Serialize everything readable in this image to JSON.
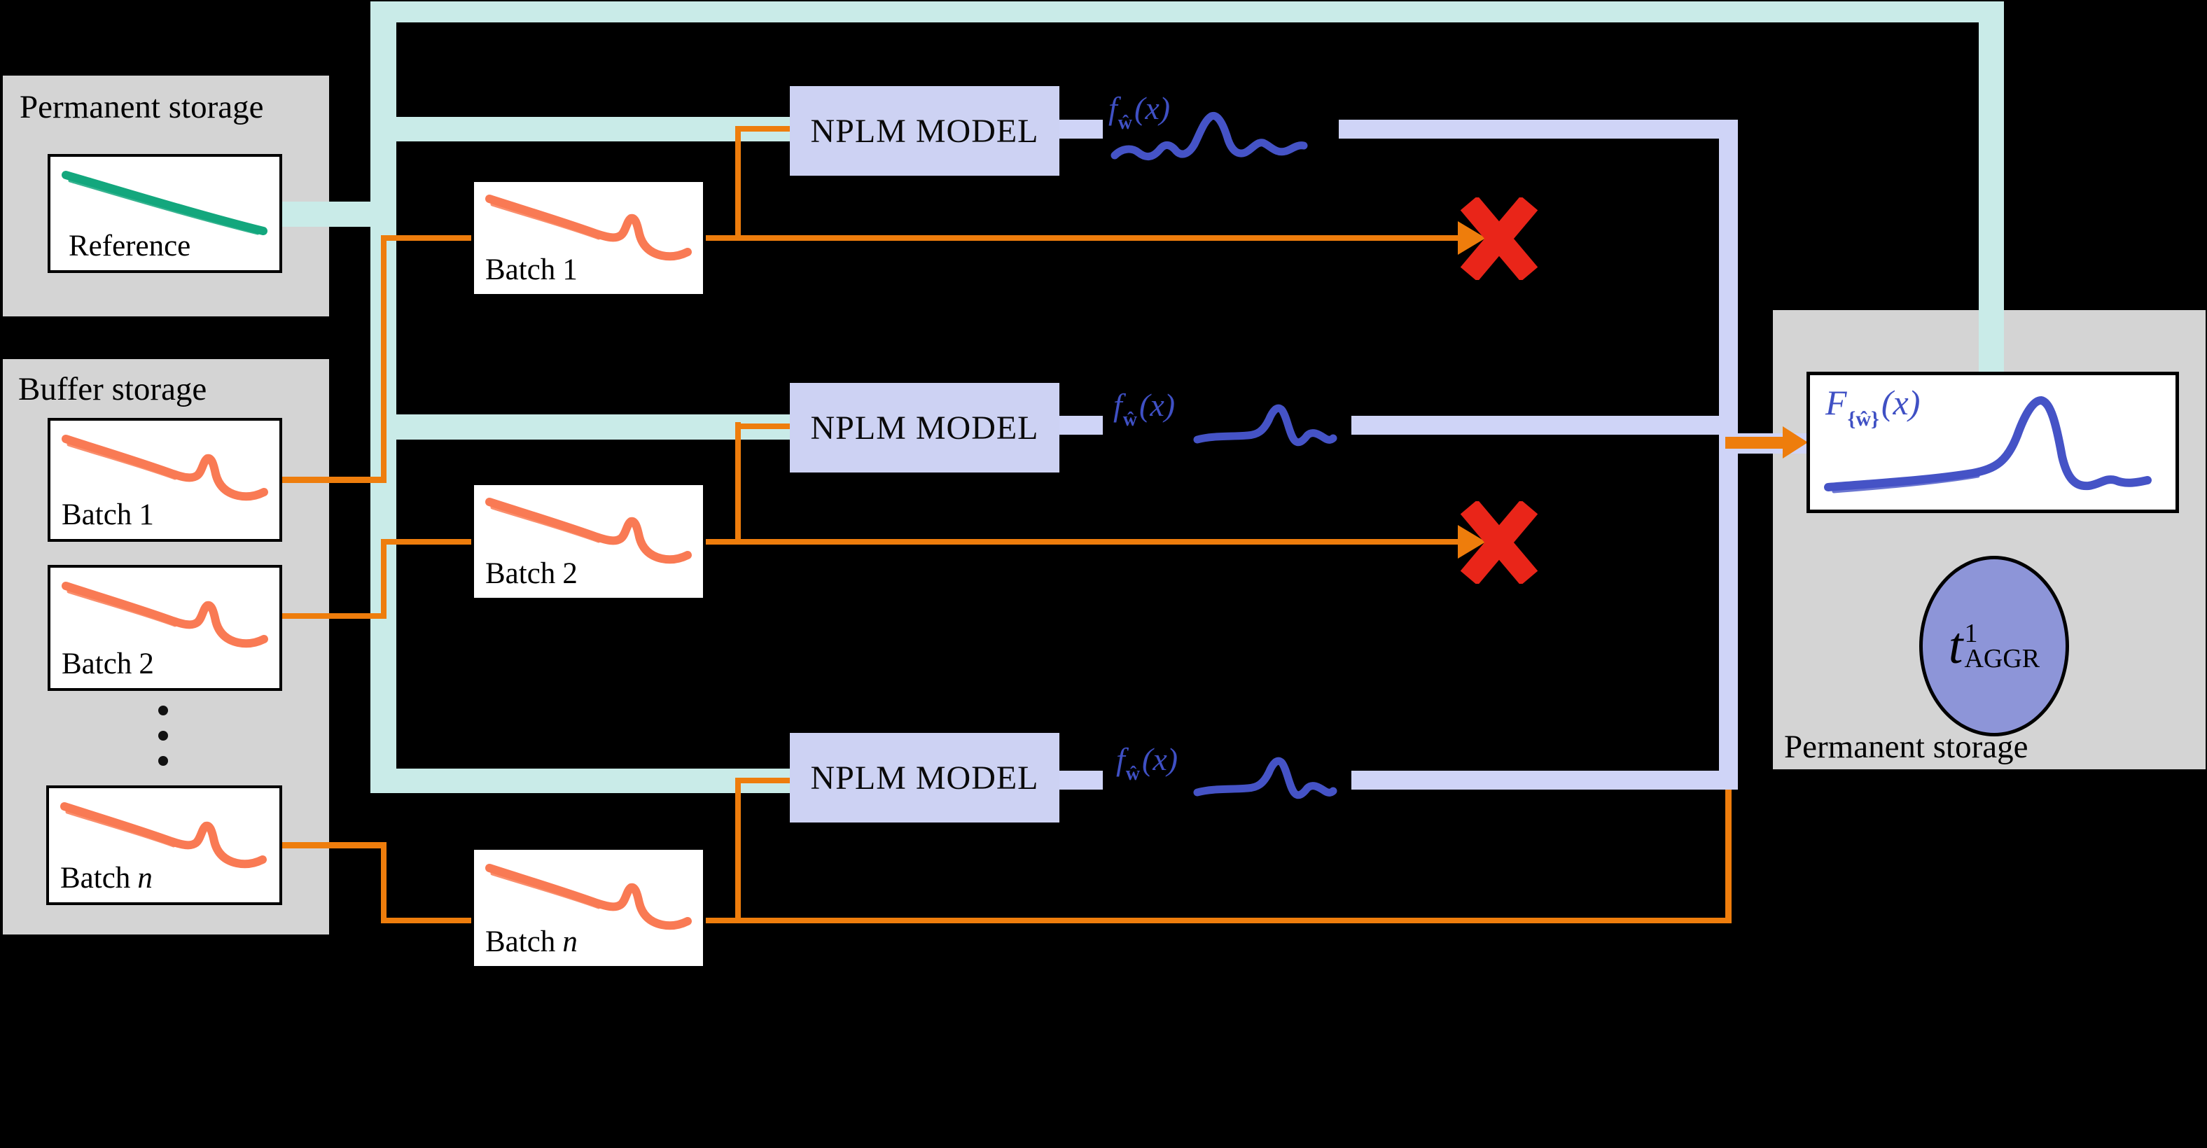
{
  "colors": {
    "background": "#000000",
    "panel_gray": "#d4d4d4",
    "teal_pipe": "#c9ebe8",
    "lavender_pipe": "#cfd4f7",
    "nplm_fill": "#cdd2f3",
    "orange_line": "#ee7d0c",
    "coral_scribble": "#f97a54",
    "green_scribble": "#13a77d",
    "blue_curve": "#4553c6",
    "red_cross": "#e92519",
    "aggr_circle_fill": "#8d95d8"
  },
  "left_storage": {
    "title": "Permanent storage",
    "reference_label": "Reference"
  },
  "buffer_storage": {
    "title": "Buffer storage",
    "dot_glyph": "•"
  },
  "batches": [
    {
      "prefix": "Batch",
      "suffix": "1",
      "suffix_class": "rm"
    },
    {
      "prefix": "Batch",
      "suffix": "2",
      "suffix_class": "rm"
    },
    {
      "prefix": "Batch",
      "suffix": "n",
      "suffix_class": "it"
    }
  ],
  "nplm": {
    "label": "NPLM MODEL"
  },
  "model_output": {
    "base": "f",
    "sub": "ŵ",
    "arg": "(x)"
  },
  "aggregate_output": {
    "base": "F",
    "sub": "{ŵ}",
    "arg": "(x)"
  },
  "right_storage": {
    "title": "Permanent storage",
    "aggr": {
      "base": "t",
      "sup": "1",
      "sub": "AGGR"
    }
  }
}
